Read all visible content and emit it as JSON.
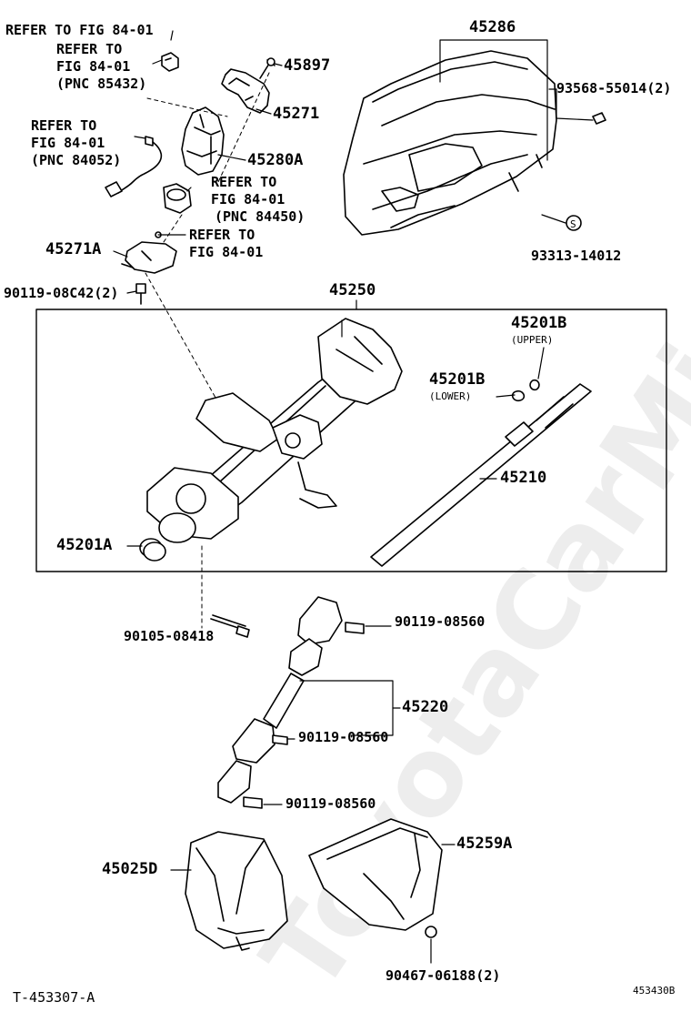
{
  "watermark": "ToyotaCarMine.ru",
  "labels": {
    "ref_top": "REFER TO FIG 84-01",
    "ref_85432_a": "REFER TO",
    "ref_85432_b": "FIG 84-01",
    "ref_85432_c": "(PNC 85432)",
    "ref_84052_a": "REFER TO",
    "ref_84052_b": "FIG 84-01",
    "ref_84052_c": "(PNC 84052)",
    "ref_84450_a": "REFER TO",
    "ref_84450_b": "FIG 84-01",
    "ref_84450_c": "(PNC 84450)",
    "ref_mid_a": "REFER TO",
    "ref_mid_b": "FIG 84-01",
    "p45897": "45897",
    "p45271": "45271",
    "p45280A": "45280A",
    "p45271A": "45271A",
    "p90119_08C42": "90119-08C42(2)",
    "p45286": "45286",
    "p93568": "93568-55014(2)",
    "p93313": "93313-14012",
    "p45250": "45250",
    "p45201B_upper": "45201B",
    "upper": "(UPPER)",
    "p45201B_lower": "45201B",
    "lower": "(LOWER)",
    "p45210": "45210",
    "p45201A": "45201A",
    "p90105": "90105-08418",
    "p90119_08560_a": "90119-08560",
    "p45220": "45220",
    "p90119_08560_b": "90119-08560",
    "p90119_08560_c": "90119-08560",
    "p45025D": "45025D",
    "p45259A": "45259A",
    "p90467": "90467-06188(2)",
    "footer_left": "T-453307-A",
    "footer_right": "453430B"
  }
}
